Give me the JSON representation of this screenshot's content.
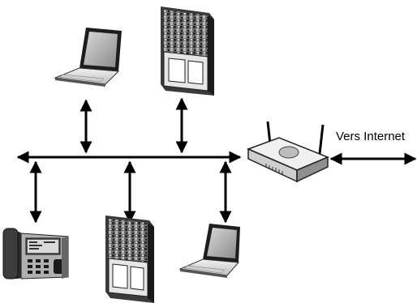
{
  "diagram": {
    "internet_label": "Vers Internet",
    "nodes": [
      {
        "name": "laptop",
        "icon": "laptop-icon"
      },
      {
        "name": "media-terminal",
        "icon": "tv-kiosk-icon"
      },
      {
        "name": "router",
        "icon": "wireless-router-icon"
      },
      {
        "name": "ip-phone",
        "icon": "ip-phone-icon"
      },
      {
        "name": "media-terminal",
        "icon": "tv-kiosk-icon"
      },
      {
        "name": "laptop",
        "icon": "laptop-icon"
      }
    ]
  }
}
